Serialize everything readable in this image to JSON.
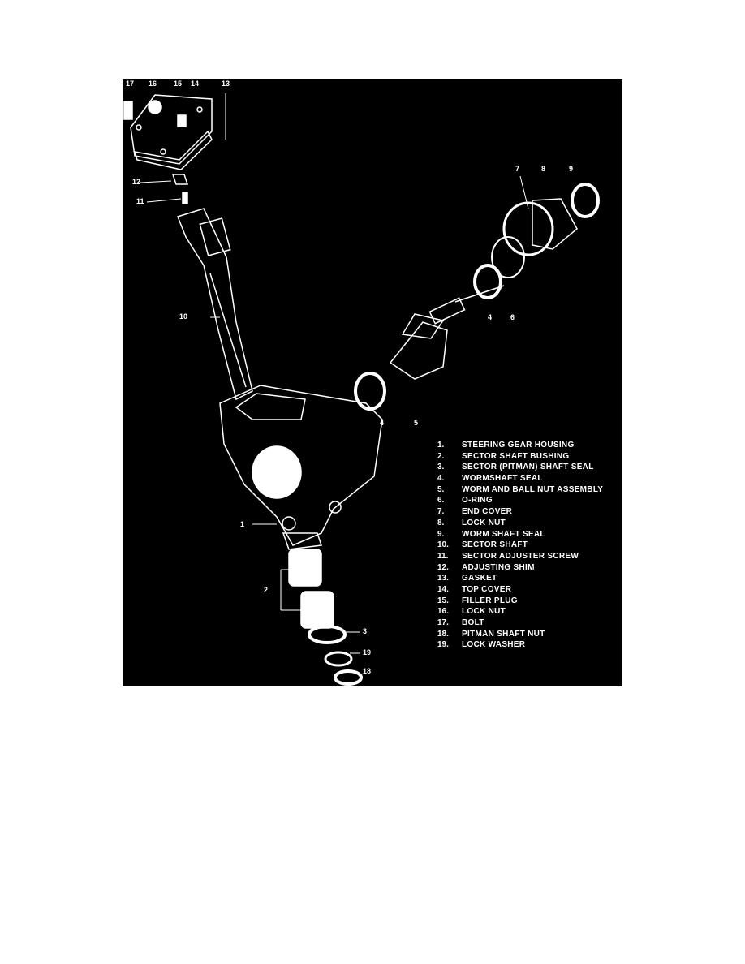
{
  "figure": {
    "callouts": [
      "17",
      "16",
      "15",
      "14",
      "13",
      "12",
      "11",
      "10",
      "7",
      "8",
      "9",
      "4",
      "6",
      "4",
      "5",
      "1",
      "2",
      "3",
      "19",
      "18"
    ],
    "legend": [
      {
        "num": "1.",
        "text": "STEERING GEAR HOUSING"
      },
      {
        "num": "2.",
        "text": "SECTOR SHAFT BUSHING"
      },
      {
        "num": "3.",
        "text": "SECTOR (PITMAN) SHAFT SEAL"
      },
      {
        "num": "4.",
        "text": "WORMSHAFT SEAL"
      },
      {
        "num": "5.",
        "text": "WORM AND BALL NUT ASSEMBLY"
      },
      {
        "num": "6.",
        "text": "O-RING"
      },
      {
        "num": "7.",
        "text": "END COVER"
      },
      {
        "num": "8.",
        "text": "LOCK NUT"
      },
      {
        "num": "9.",
        "text": "WORM SHAFT SEAL"
      },
      {
        "num": "10.",
        "text": "SECTOR SHAFT"
      },
      {
        "num": "11.",
        "text": "SECTOR ADJUSTER SCREW"
      },
      {
        "num": "12.",
        "text": "ADJUSTING SHIM"
      },
      {
        "num": "13.",
        "text": "GASKET"
      },
      {
        "num": "14.",
        "text": "TOP COVER"
      },
      {
        "num": "15.",
        "text": "FILLER PLUG"
      },
      {
        "num": "16.",
        "text": "LOCK NUT"
      },
      {
        "num": "17.",
        "text": "BOLT"
      },
      {
        "num": "18.",
        "text": "PITMAN SHAFT NUT"
      },
      {
        "num": "19.",
        "text": "LOCK WASHER"
      }
    ]
  }
}
